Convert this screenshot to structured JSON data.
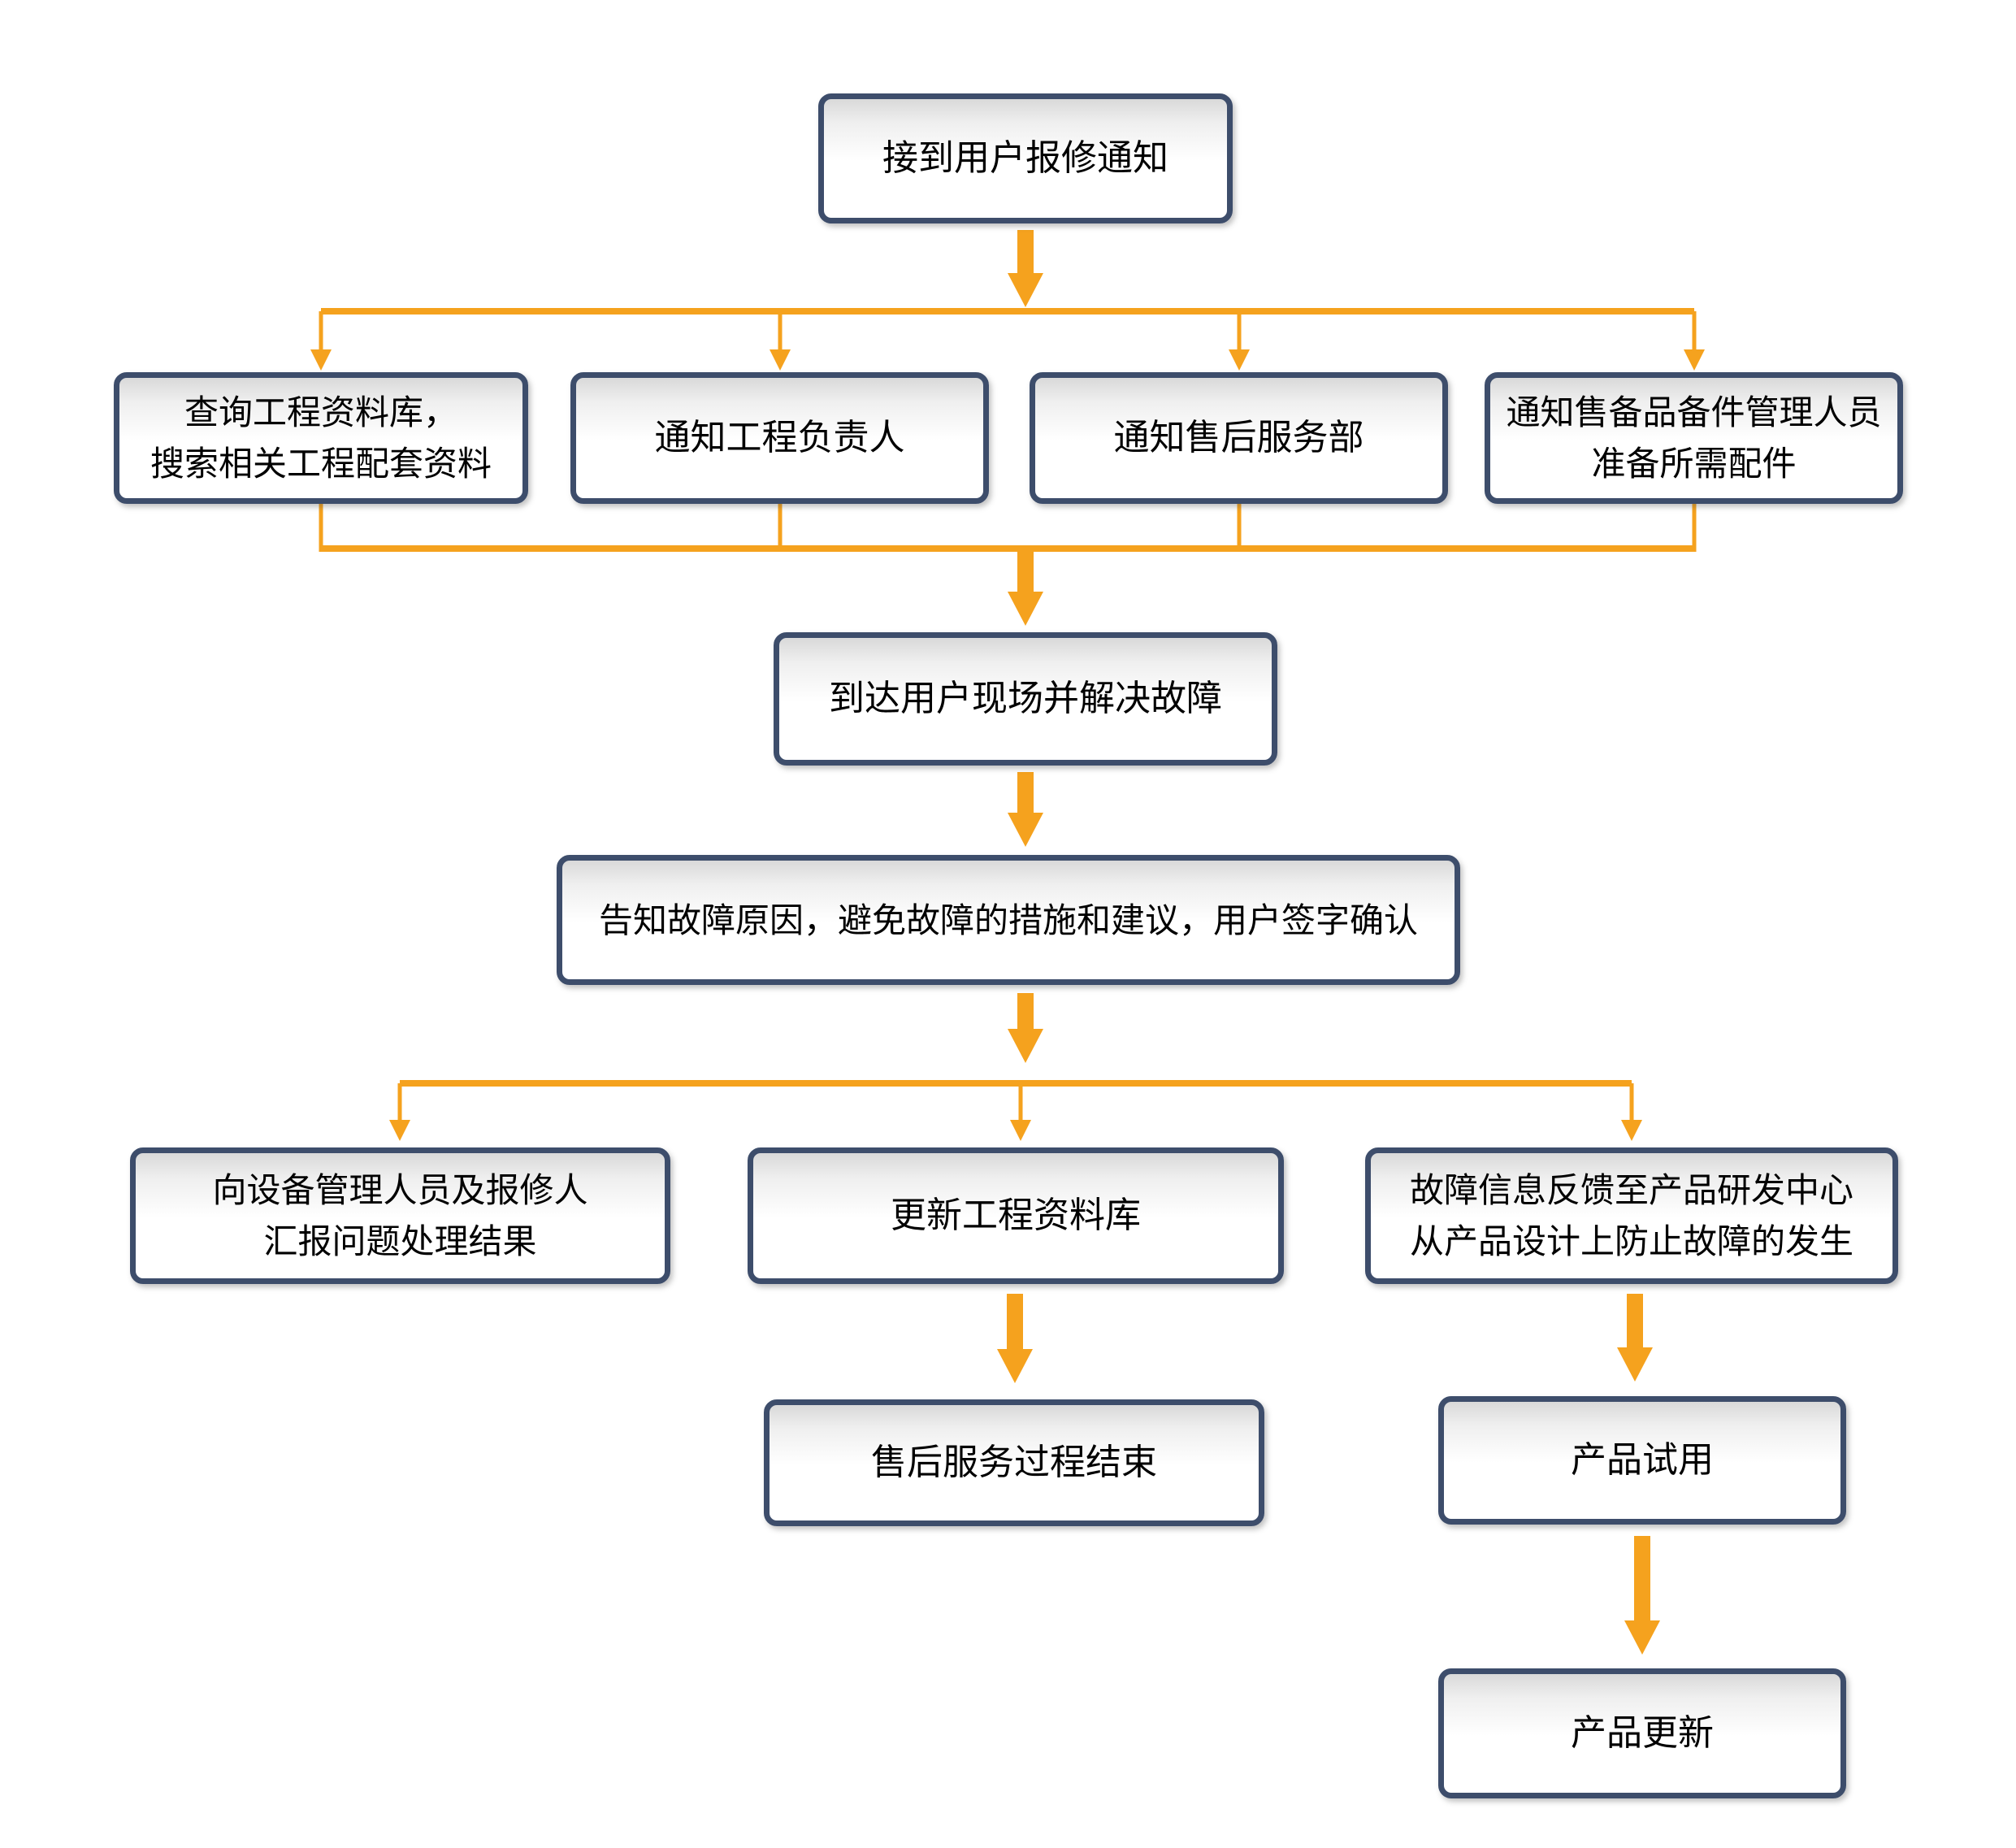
{
  "diagram": {
    "type": "flowchart",
    "colors": {
      "arrow_orange": "#F5A21E",
      "node_border_navy": "#3D4D6B",
      "node_fill_top": "#D9D9D9",
      "node_fill": "#FFFFFF",
      "text": "#000000",
      "background": "#FFFFFF"
    },
    "nodes": {
      "n1": {
        "label": "接到用户报修通知"
      },
      "n2a": {
        "label": "查询工程资料库，\n搜索相关工程配套资料"
      },
      "n2b": {
        "label": "通知工程负责人"
      },
      "n2c": {
        "label": "通知售后服务部"
      },
      "n2d": {
        "label": "通知售备品备件管理人员\n准备所需配件"
      },
      "n3": {
        "label": "到达用户现场并解决故障"
      },
      "n4": {
        "label": "告知故障原因，避免故障的措施和建议，用户签字确认"
      },
      "n5a": {
        "label": "向设备管理人员及报修人\n汇报问题处理结果"
      },
      "n5b": {
        "label": "更新工程资料库"
      },
      "n5c": {
        "label": "故障信息反馈至产品研发中心\n从产品设计上防止故障的发生"
      },
      "n6b": {
        "label": "售后服务过程结束"
      },
      "n6c": {
        "label": "产品试用"
      },
      "n7c": {
        "label": "产品更新"
      }
    },
    "edges": [
      {
        "from": "n1",
        "to": "n2a"
      },
      {
        "from": "n1",
        "to": "n2b"
      },
      {
        "from": "n1",
        "to": "n2c"
      },
      {
        "from": "n1",
        "to": "n2d"
      },
      {
        "from": "n2a",
        "to": "n3"
      },
      {
        "from": "n2b",
        "to": "n3"
      },
      {
        "from": "n2c",
        "to": "n3"
      },
      {
        "from": "n2d",
        "to": "n3"
      },
      {
        "from": "n3",
        "to": "n4"
      },
      {
        "from": "n4",
        "to": "n5a"
      },
      {
        "from": "n4",
        "to": "n5b"
      },
      {
        "from": "n4",
        "to": "n5c"
      },
      {
        "from": "n5b",
        "to": "n6b"
      },
      {
        "from": "n5c",
        "to": "n6c"
      },
      {
        "from": "n6c",
        "to": "n7c"
      }
    ]
  }
}
